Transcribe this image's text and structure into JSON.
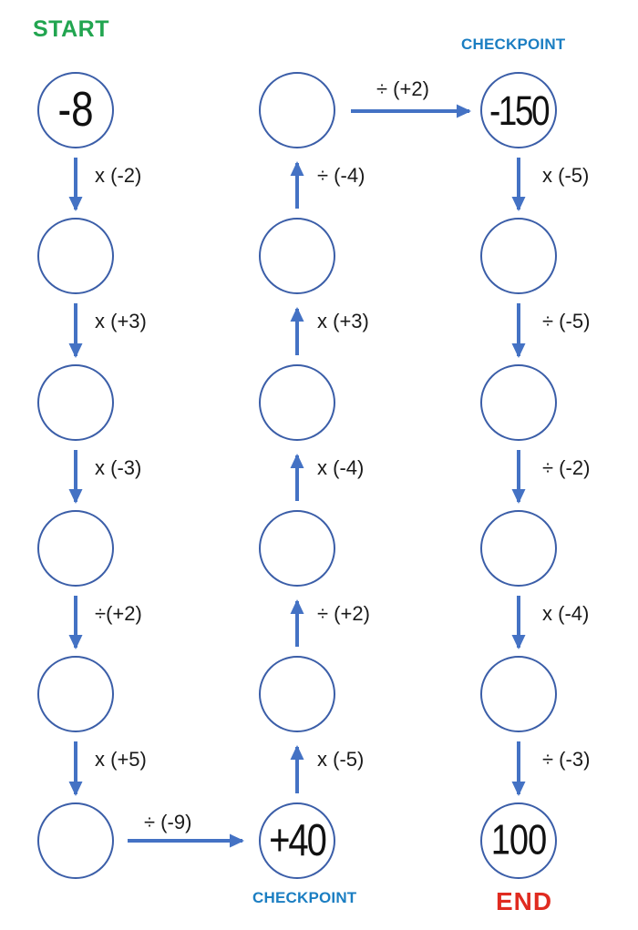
{
  "worksheet": {
    "type": "integer-multiplication-division-chain",
    "start_label": "START",
    "end_label": "END",
    "checkpoint_top_label": "CHECKPOINT",
    "checkpoint_bottom_label": "CHECKPOINT"
  },
  "nodes": {
    "start_value": "-8",
    "checkpoint_mid_value": "+40",
    "checkpoint_right_value": "-150",
    "end_value": "100",
    "empty_count": 14
  },
  "ops": {
    "col1_top_to_bottom": [
      "x (-2)",
      "x (+3)",
      "x (-3)",
      "÷(+2)",
      "x (+5)"
    ],
    "bridge_bottom": "÷ (-9)",
    "col2_top_to_bottom": [
      "÷ (-4)",
      "x (+3)",
      "x (-4)",
      "÷ (+2)",
      "x (-5)"
    ],
    "bridge_top": "÷ (+2)",
    "col3_top_to_bottom": [
      "x (-5)",
      "÷ (-5)",
      "÷ (-2)",
      "x (-4)",
      "÷ (-3)"
    ]
  },
  "colors": {
    "arrow_blue": "#4472c4",
    "circle_outline_blue": "#3b5ea8",
    "start_green": "#22a550",
    "checkpoint_blue": "#1b7ec2",
    "end_red": "#e02b20",
    "text": "#1a1a1a",
    "background": "#ffffff"
  }
}
